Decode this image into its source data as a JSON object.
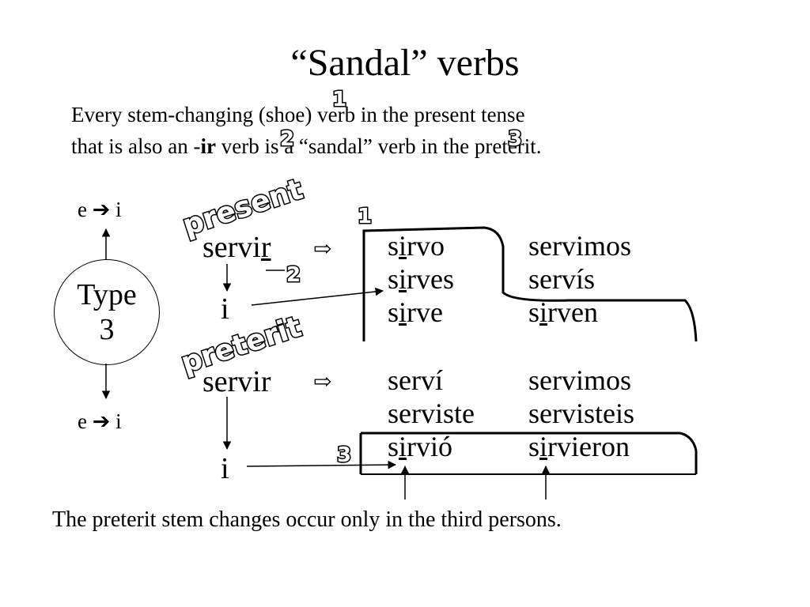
{
  "title": "“Sandal” verbs",
  "intro": {
    "line1": "Every stem-changing (shoe) verb in the present tense",
    "line2_before": "that is also an -",
    "line2_bold": "ir",
    "line2_after": " verb is a “sandal” verb in the preterit."
  },
  "stem_change_top": "e ➔ i",
  "stem_change_bottom": "e ➔ i",
  "type_circle": {
    "line1": "Type",
    "line2": "3"
  },
  "section_labels": {
    "present": "present",
    "preterit": "preterit"
  },
  "markers": {
    "one": "1",
    "two": "2",
    "three": "3"
  },
  "present": {
    "infinitive_stem": "servi",
    "infinitive_ending": "r",
    "changed_vowel": "i",
    "col1": [
      {
        "pre": "s",
        "vowel": "i",
        "post": "rvo"
      },
      {
        "pre": "s",
        "vowel": "i",
        "post": "rves"
      },
      {
        "pre": "s",
        "vowel": "i",
        "post": "rve"
      }
    ],
    "col2": [
      {
        "pre": "servimos",
        "vowel": "",
        "post": ""
      },
      {
        "pre": "servís",
        "vowel": "",
        "post": ""
      },
      {
        "pre": "s",
        "vowel": "i",
        "post": "rven"
      }
    ]
  },
  "preterit": {
    "infinitive": "servir",
    "changed_vowel": "i",
    "col1": [
      {
        "pre": "serví",
        "vowel": "",
        "post": ""
      },
      {
        "pre": "serviste",
        "vowel": "",
        "post": ""
      },
      {
        "pre": "s",
        "vowel": "i",
        "post": "rvió"
      }
    ],
    "col2": [
      {
        "pre": "servimos",
        "vowel": "",
        "post": ""
      },
      {
        "pre": "servisteis",
        "vowel": "",
        "post": ""
      },
      {
        "pre": "s",
        "vowel": "i",
        "post": "rvieron"
      }
    ]
  },
  "arrow_glyph": "⇨",
  "footer": "The preterit stem changes occur only in the third persons."
}
